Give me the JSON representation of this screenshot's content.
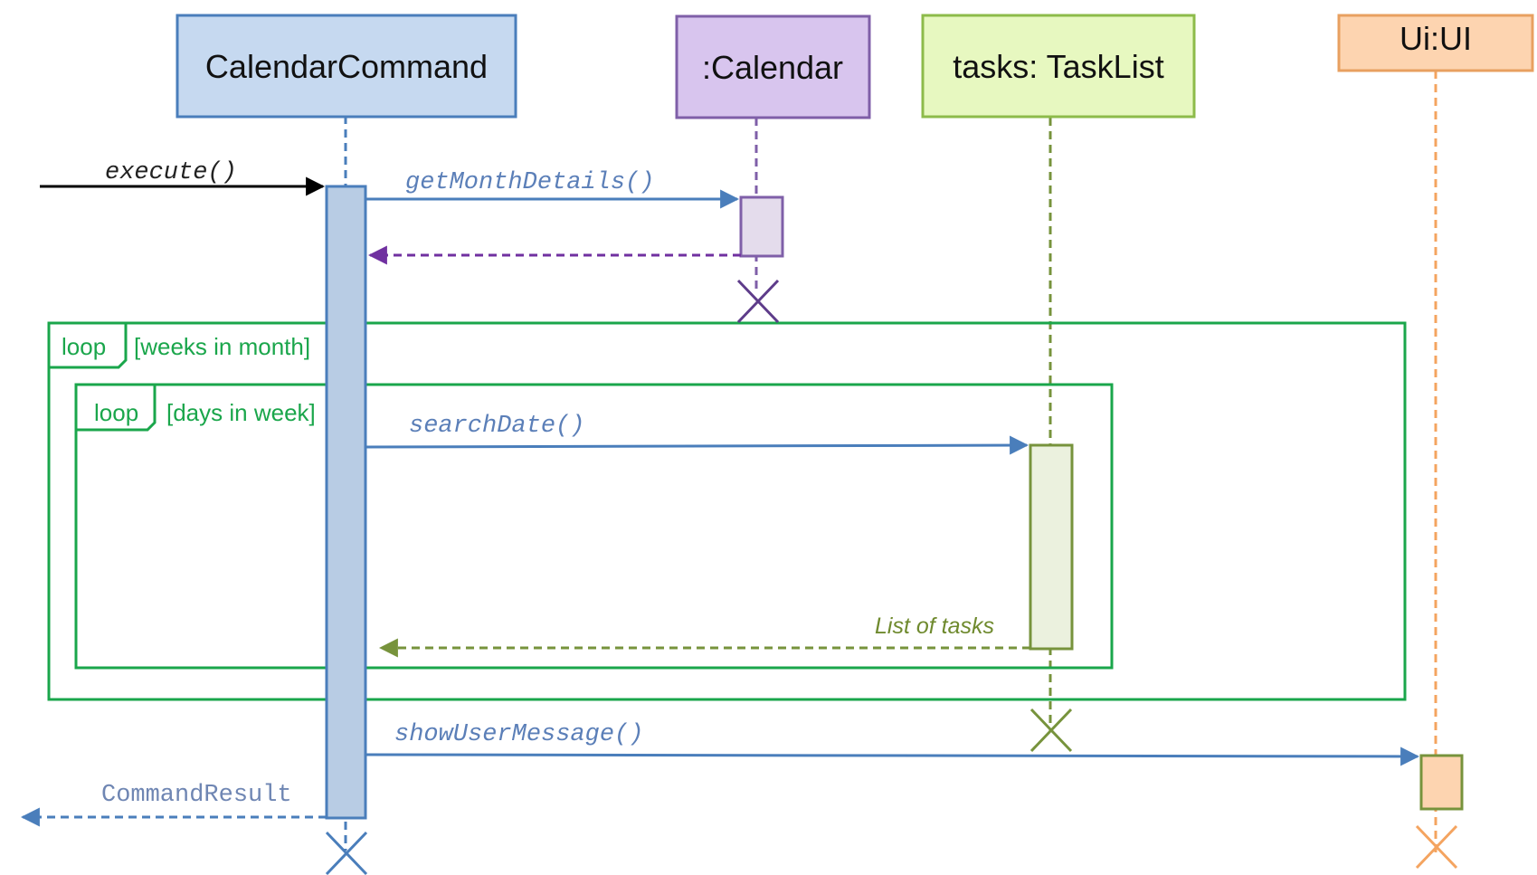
{
  "participants": [
    {
      "id": "calendar-command",
      "label": "CalendarCommand",
      "fill": "#c6d9f0",
      "stroke": "#4a7ebb"
    },
    {
      "id": "calendar",
      "label": ":Calendar",
      "fill": "#d8c5ee",
      "stroke": "#7f5fa8"
    },
    {
      "id": "tasks",
      "label": "tasks: TaskList",
      "fill": "#e7f8c0",
      "stroke": "#8dbb4a"
    },
    {
      "id": "ui",
      "label": "Ui:UI",
      "fill": "#fdd4b0",
      "stroke": "#e8a060"
    }
  ],
  "messages": {
    "execute": "execute()",
    "get_month_details": "getMonthDetails()",
    "search_date": "searchDate()",
    "list_of_tasks": "List of tasks",
    "show_user_message": "showUserMessage()",
    "command_result": "CommandResult"
  },
  "fragments": {
    "outer_loop": {
      "keyword": "loop",
      "guard": "[weeks in month]"
    },
    "inner_loop": {
      "keyword": "loop",
      "guard": "[days in week]"
    }
  },
  "colors": {
    "blue": "#4a7ebb",
    "purple": "#7030a0",
    "olive": "#77933c",
    "orange": "#f4a460",
    "green": "#1aa64b",
    "black": "#000000"
  }
}
